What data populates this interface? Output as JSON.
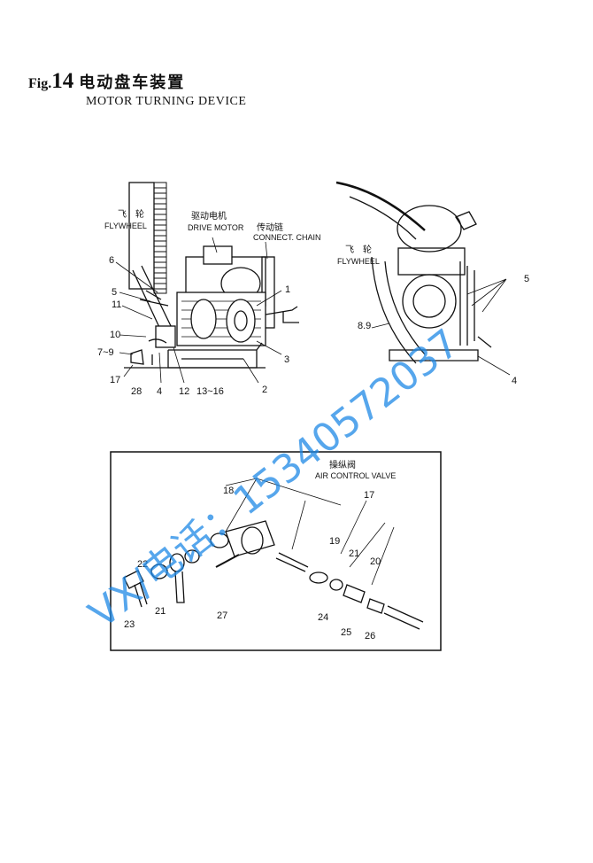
{
  "title": {
    "fig_prefix": "Fig.",
    "fig_number": "14",
    "cn": "电动盘车装置",
    "en": "MOTOR TURNING DEVICE"
  },
  "diagram_left": {
    "flywheel_cn": "飞　轮",
    "flywheel_en": "FLYWHEEL",
    "drive_motor_cn": "驱动电机",
    "drive_motor_en": "DRIVE MOTOR",
    "chain_cn": "传动链",
    "chain_en": "CONNECT. CHAIN",
    "callouts": [
      "6",
      "5",
      "11",
      "10",
      "7~9",
      "17",
      "28",
      "4",
      "12",
      "13~16",
      "2",
      "3",
      "1"
    ]
  },
  "diagram_right": {
    "flywheel_cn": "飞　轮",
    "flywheel_en": "FLYWHEEL",
    "callouts": [
      "5",
      "8.9",
      "4"
    ]
  },
  "diagram_bottom": {
    "valve_cn": "操纵阀",
    "valve_en": "AIR CONTROL VALVE",
    "callouts": [
      "18",
      "17",
      "19",
      "21",
      "20",
      "22",
      "21",
      "23",
      "27",
      "24",
      "25",
      "26"
    ]
  },
  "watermark": {
    "text": "VX/电话：15340572037",
    "color": "#1e88e5"
  }
}
